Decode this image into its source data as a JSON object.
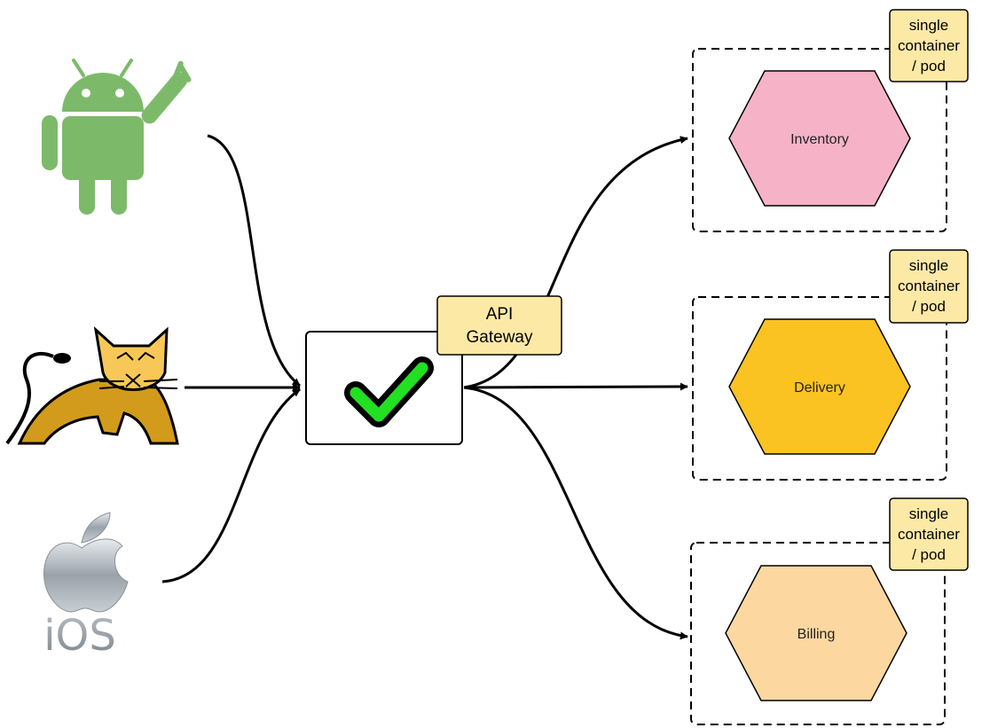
{
  "gateway": {
    "label_line1": "API",
    "label_line2": "Gateway"
  },
  "clients": [
    {
      "name": "android-client",
      "icon": "android-icon"
    },
    {
      "name": "tomcat-client",
      "icon": "tomcat-icon"
    },
    {
      "name": "ios-client",
      "icon": "apple-ios-icon",
      "text": "iOS"
    }
  ],
  "services": [
    {
      "name": "Inventory",
      "color": "#f6b3c8"
    },
    {
      "name": "Delivery",
      "color": "#fbc321"
    },
    {
      "name": "Billing",
      "color": "#fcd8a0"
    }
  ],
  "pod_label": {
    "line1": "single",
    "line2": "container",
    "line3": "/ pod"
  },
  "colors": {
    "label_fill": "#fde9a6",
    "android_green": "#7cba6a",
    "check_green": "#22e022"
  }
}
